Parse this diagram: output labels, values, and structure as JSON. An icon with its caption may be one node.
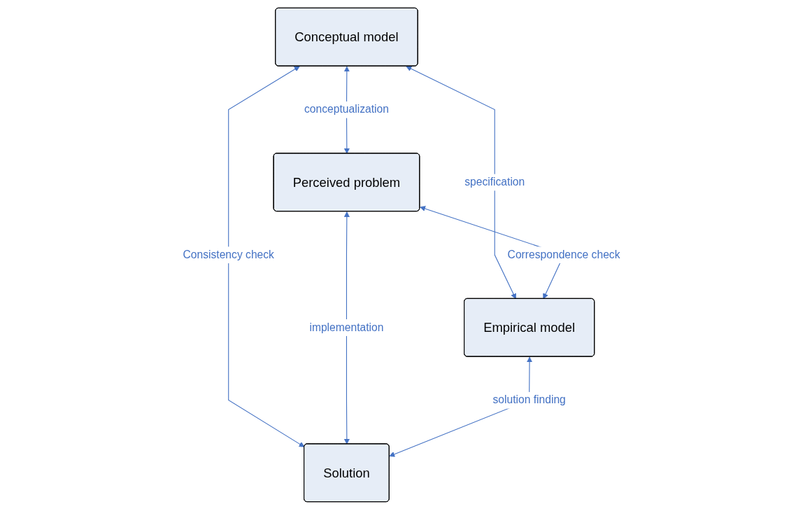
{
  "diagram": {
    "nodes": [
      {
        "text": [
          "Conceptual model"
        ]
      },
      {
        "text": [
          "Perceived problem"
        ]
      },
      {
        "text": [
          "Empirical model"
        ]
      },
      {
        "text": [
          "Solution"
        ]
      }
    ],
    "edges": [
      {
        "from": 0,
        "to": 1,
        "arrow": "both",
        "label": "conceptualization"
      },
      {
        "from": 0,
        "to": 2,
        "arrow": "both",
        "label": "specification"
      },
      {
        "from": 1,
        "to": 2,
        "arrow": "both",
        "label": "Correspondence check"
      },
      {
        "from": 0,
        "to": 3,
        "arrow": "both",
        "label": "Consistency check"
      },
      {
        "from": 1,
        "to": 3,
        "arrow": "both",
        "label": "implementation"
      },
      {
        "from": 2,
        "to": 3,
        "arrow": "both",
        "label": "solution finding"
      }
    ]
  }
}
